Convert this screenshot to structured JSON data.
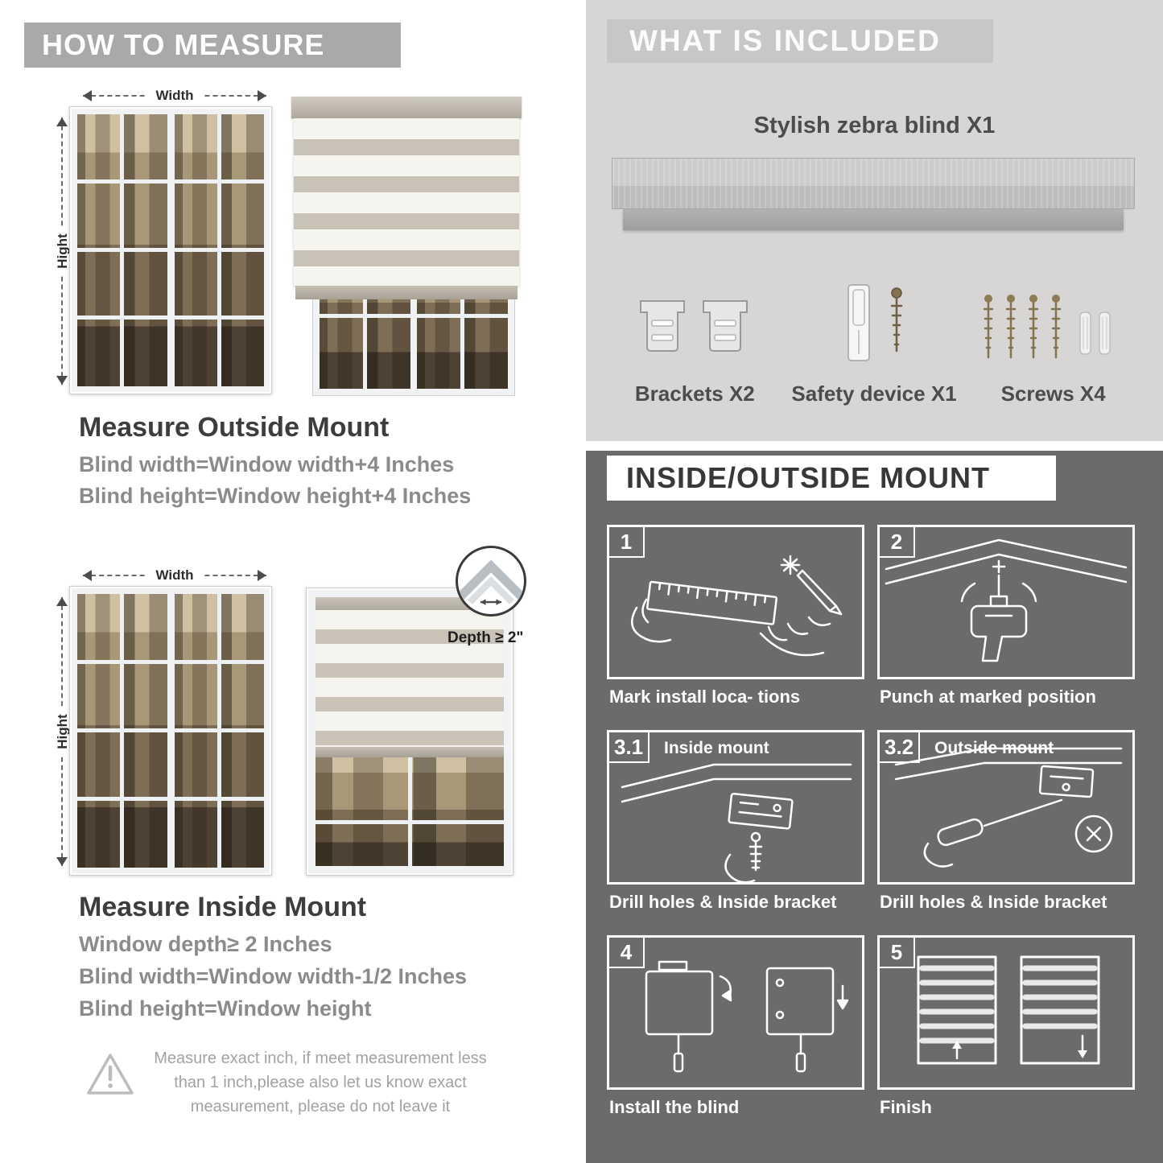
{
  "left": {
    "banner": "HOW TO MEASURE",
    "outside": {
      "width_label": "Width",
      "height_label": "Hight",
      "heading": "Measure Outside Mount",
      "lines": [
        "Blind width=Window width+4 Inches",
        "Blind height=Window height+4 Inches"
      ]
    },
    "inside": {
      "width_label": "Width",
      "height_label": "Hight",
      "depth_callout": "Depth ≥ 2\"",
      "heading": "Measure Inside Mount",
      "lines": [
        "Window depth≥ 2 Inches",
        "Blind width=Window width-1/2 Inches",
        "Blind height=Window height"
      ]
    },
    "note": "Measure exact inch, if meet measurement less than 1 inch,please also let us know exact measurement, please do not leave it"
  },
  "included": {
    "banner": "WHAT IS INCLUDED",
    "product_label": "Stylish zebra blind X1",
    "items": [
      {
        "label": "Brackets X2",
        "icon": "brackets-icon"
      },
      {
        "label": "Safety device X1",
        "icon": "safety-device-icon"
      },
      {
        "label": "Screws X4",
        "icon": "screws-icon"
      }
    ]
  },
  "mount": {
    "banner": "INSIDE/OUTSIDE MOUNT",
    "steps": [
      {
        "num": "1",
        "title": "",
        "caption": "Mark install loca- tions"
      },
      {
        "num": "2",
        "title": "",
        "caption": "Punch at marked position"
      },
      {
        "num": "3.1",
        "title": "Inside mount",
        "caption": "Drill holes & Inside bracket"
      },
      {
        "num": "3.2",
        "title": "Outside mount",
        "caption": "Drill holes & Inside bracket"
      },
      {
        "num": "4",
        "title": "",
        "caption": "Install the blind"
      },
      {
        "num": "5",
        "title": "",
        "caption": "Finish"
      }
    ]
  },
  "colors": {
    "left_banner_bg": "#a9a9a9",
    "included_bg": "#d7d6d4",
    "mount_bg": "#6b6b6b",
    "heading_dark": "#3d3d3d",
    "body_gray": "#8b8b8b",
    "stripe_gray": "#c9c3b7",
    "stripe_sheer": "#f6f4ef"
  }
}
